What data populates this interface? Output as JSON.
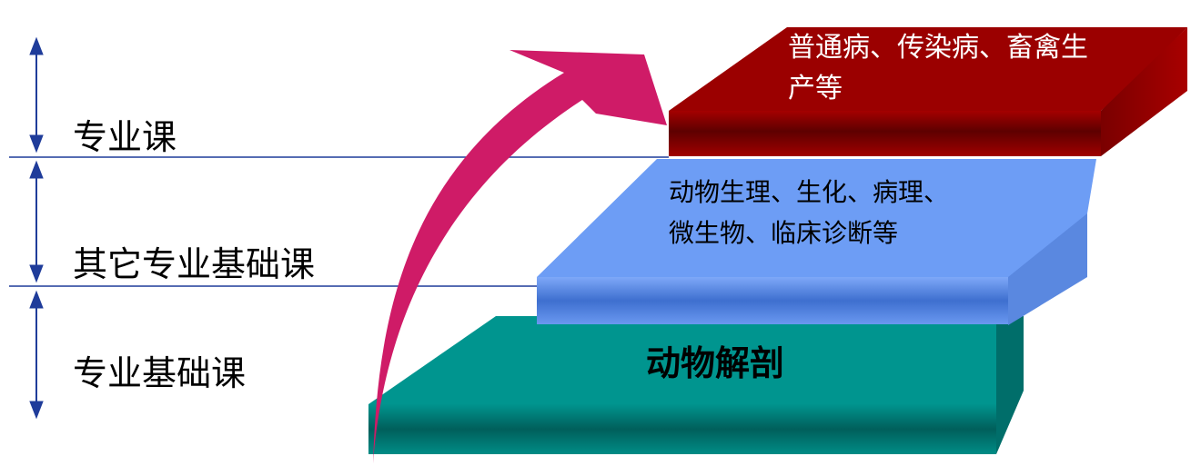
{
  "levels": [
    {
      "label": "专业课"
    },
    {
      "label": "其它专业基础课"
    },
    {
      "label": "专业基础课"
    }
  ],
  "steps": {
    "top": {
      "lines": [
        "普通病、传染病、畜禽生",
        "产等"
      ],
      "color": "#9b0000"
    },
    "middle": {
      "lines": [
        "动物生理、生化、病理、",
        "微生物、临床诊断等"
      ],
      "color": "#6d9df5"
    },
    "bottom": {
      "text": "动物解剖",
      "color": "#00958f"
    }
  },
  "arrow": {
    "color": "#cf1b67"
  },
  "axis_color": "#1f3c9a"
}
